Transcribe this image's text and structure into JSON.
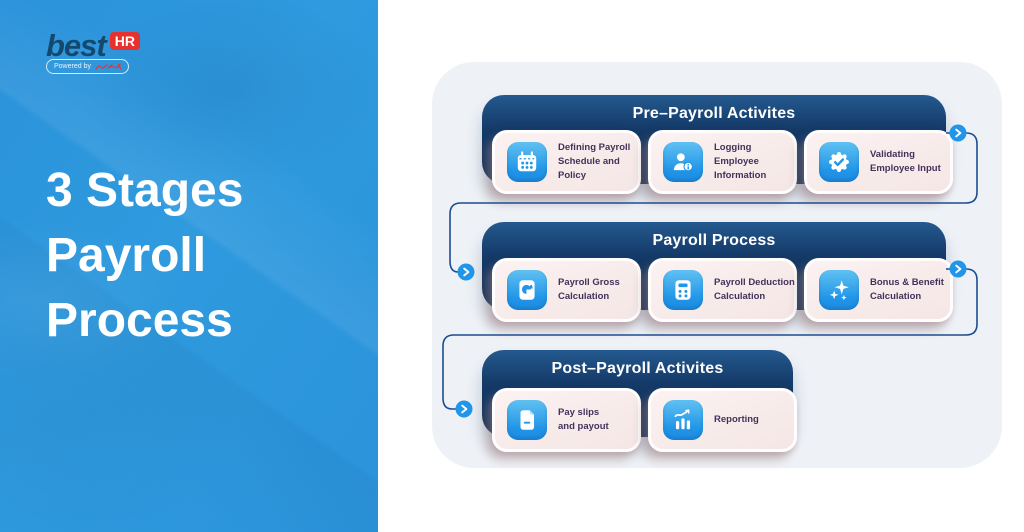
{
  "brand": {
    "logo_best": "best",
    "logo_hr": "HR",
    "powered_by": "Powered by"
  },
  "title": {
    "lines": [
      "3 Stages",
      "Payroll",
      "Process"
    ]
  },
  "colors": {
    "left_panel_blue": "#2f9ade",
    "stage_navy": "#0e2c53",
    "card_pink": "#f7e9e8",
    "icon_tile_blue": "#2196e8",
    "connector_navy": "#1c4d8f",
    "arrow_circle_blue": "#2196e8",
    "logo_red": "#e6322e",
    "board_bg": "#eef2f7"
  },
  "stages": [
    {
      "title": "Pre–Payroll Activites",
      "cards": [
        {
          "icon": "calendar-icon",
          "label": [
            "Defining Payroll",
            "Schedule and",
            "Policy"
          ]
        },
        {
          "icon": "user-info-icon",
          "label": [
            "Logging",
            "Employee",
            "Information"
          ]
        },
        {
          "icon": "verified-badge-icon",
          "label": [
            "Validating",
            "Employee Input"
          ]
        }
      ]
    },
    {
      "title": "Payroll Process",
      "cards": [
        {
          "icon": "pie-document-icon",
          "label": [
            "Payroll Gross",
            "Calculation"
          ]
        },
        {
          "icon": "calculator-icon",
          "label": [
            "Payroll Deduction",
            "Calculation"
          ]
        },
        {
          "icon": "sparkles-icon",
          "label": [
            "Bonus & Benefit",
            "Calculation"
          ]
        }
      ]
    },
    {
      "title": "Post–Payroll Activites",
      "cards": [
        {
          "icon": "payslip-document-icon",
          "label": [
            "Pay slips",
            "and payout"
          ]
        },
        {
          "icon": "report-chart-icon",
          "label": [
            "Reporting"
          ]
        }
      ]
    }
  ]
}
